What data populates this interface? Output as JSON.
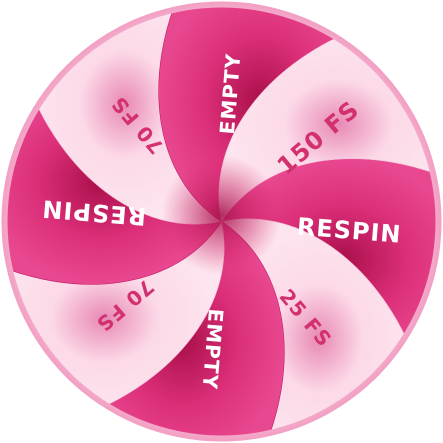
{
  "wheel": {
    "segments": [
      {
        "label": "RESPIN",
        "style": "dark"
      },
      {
        "label": "25 FS",
        "style": "light"
      },
      {
        "label": "EMPTY",
        "style": "dark"
      },
      {
        "label": "70 FS",
        "style": "light"
      },
      {
        "label": "RESPIN",
        "style": "dark"
      },
      {
        "label": "70 FS",
        "style": "light"
      },
      {
        "label": "EMPTY",
        "style": "dark"
      },
      {
        "label": "150 FS",
        "style": "light"
      }
    ],
    "colors": {
      "dark_segment": "#e0347e",
      "dark_segment_deep": "#c01a62",
      "light_segment": "#fde0ec",
      "light_segment_edge": "#f7bcd6",
      "rim": "#f4a9c9",
      "center_glow": "#b8124f",
      "dark_text": "#ffffff",
      "light_text": "#d2306f"
    }
  }
}
